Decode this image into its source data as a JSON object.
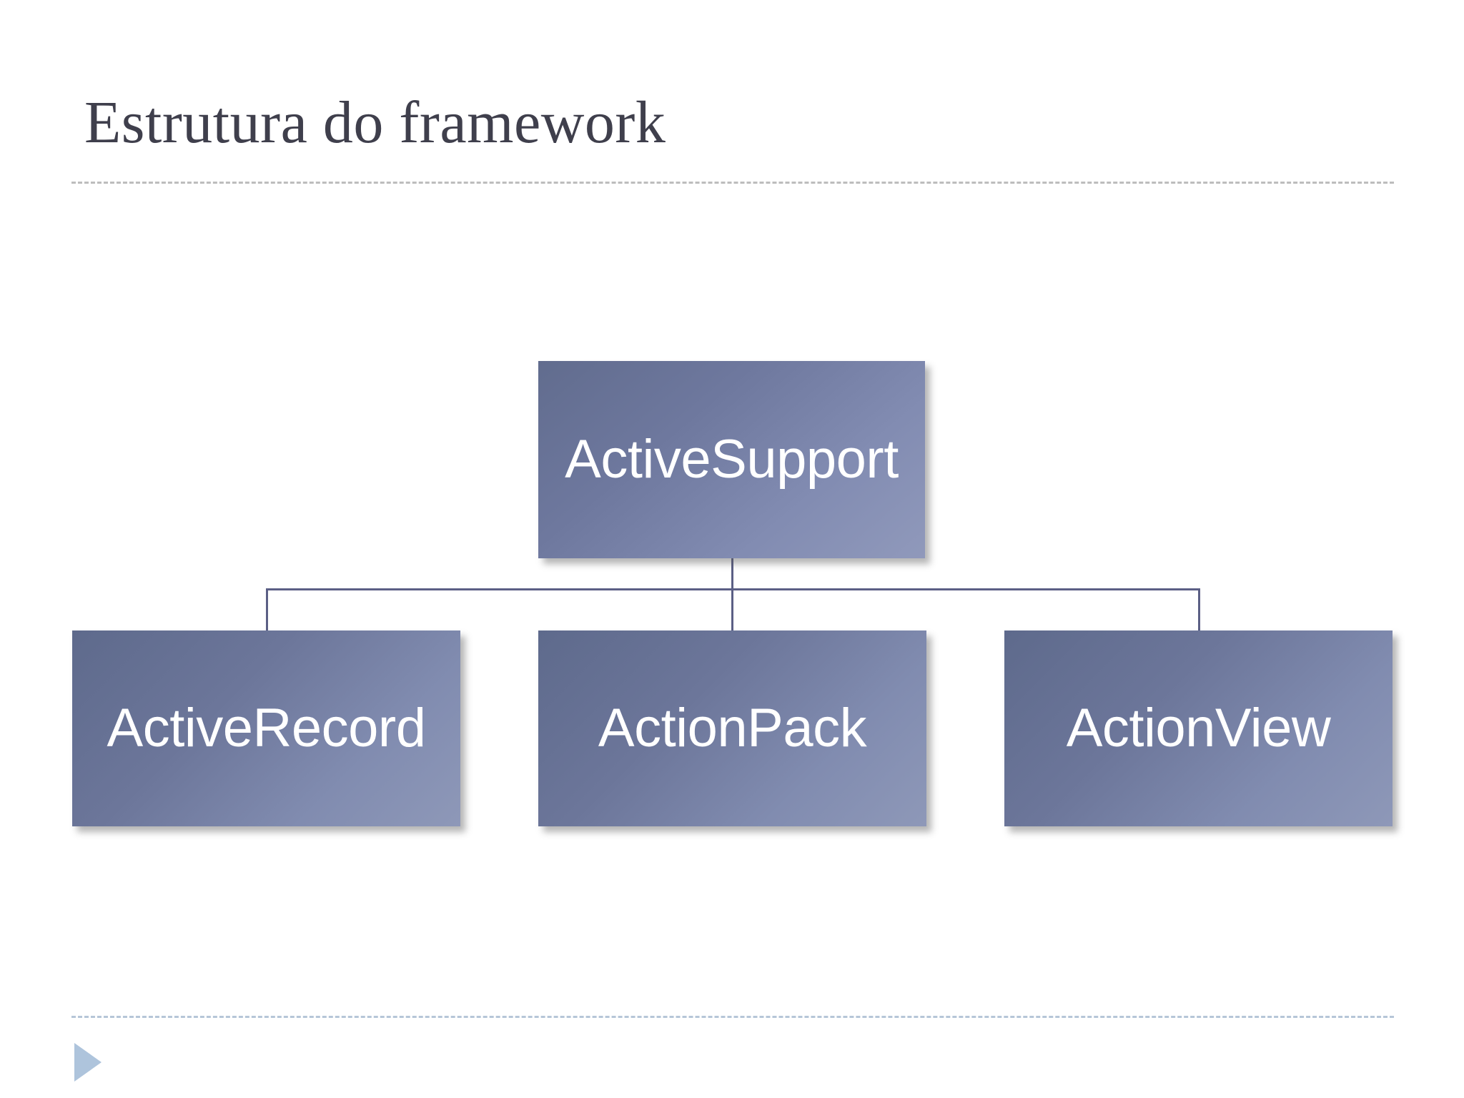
{
  "slide": {
    "title": "Estrutura do framework",
    "background_color": "#ffffff",
    "title_color": "#3f3f4c",
    "accent_color": "#6c769a",
    "rule_top_color": "#bdbdbd",
    "rule_bottom_color": "#b6c6d8",
    "play_marker_color": "#aec4dc"
  },
  "diagram": {
    "type": "hierarchy",
    "root": {
      "label": "ActiveSupport"
    },
    "children": [
      {
        "label": "ActiveRecord"
      },
      {
        "label": "ActionPack"
      },
      {
        "label": "ActionView"
      }
    ],
    "node_fill_start": "#616c8e",
    "node_fill_end": "#9099bb",
    "node_text_color": "#ffffff",
    "connector_color": "#5b5f85"
  }
}
